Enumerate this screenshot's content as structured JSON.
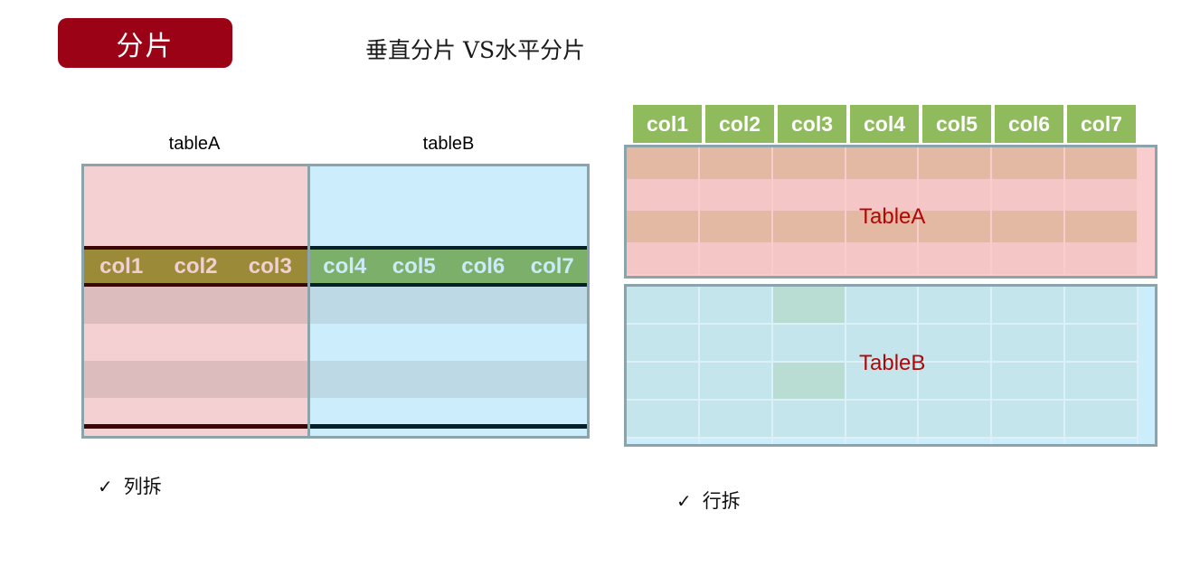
{
  "header": {
    "badge_label": "分片",
    "subtitle": "垂直分片 VS水平分片",
    "badge_color": "#9c0216"
  },
  "vertical_sharding": {
    "table_a_caption": "tableA",
    "table_b_caption": "tableB",
    "table_a_columns": [
      "col1",
      "col2",
      "col3"
    ],
    "table_b_columns": [
      "col4",
      "col5",
      "col6",
      "col7"
    ],
    "note": "列拆",
    "note_tick": "✓",
    "header_a_bg": "#9b8b39",
    "header_a_text": "#f2cfd1",
    "header_b_bg": "#7cb06a",
    "header_b_text": "#cdeaf8",
    "body_a_bg": "#f5d0d2",
    "body_b_bg": "#ccedfb"
  },
  "horizontal_sharding": {
    "columns": [
      "col1",
      "col2",
      "col3",
      "col4",
      "col5",
      "col6",
      "col7"
    ],
    "column_header_bg": "#90bb5c",
    "column_header_text": "#ffffff",
    "table_a_label": "TableA",
    "table_b_label": "TableB",
    "label_color": "#b20707",
    "table_a_bg": "#f9cdce",
    "table_b_bg": "#ccedfb",
    "highlight_cell_bg": "#b9ddd2",
    "note": "行拆",
    "note_tick": "✓"
  }
}
